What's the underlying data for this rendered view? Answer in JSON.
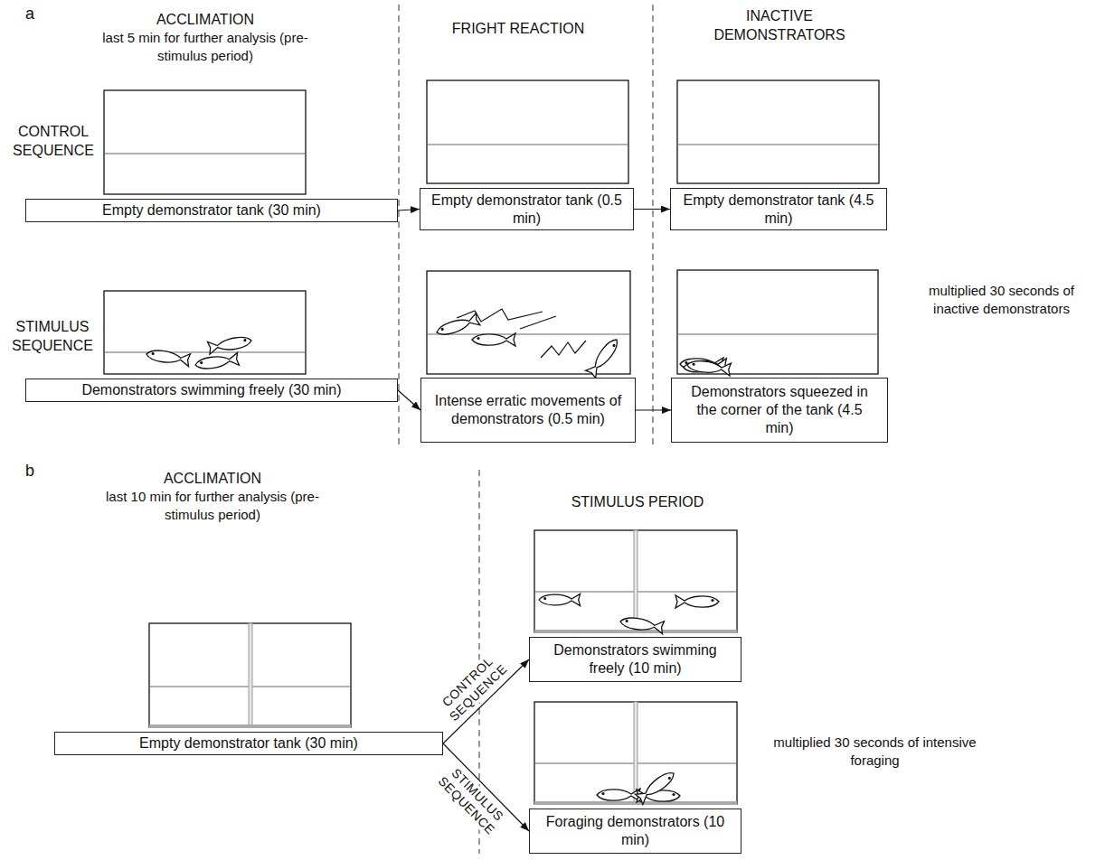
{
  "diagram": {
    "nodes": [
      {
        "text": [
          "Empty demonstrator tank (30 min)"
        ]
      },
      {
        "text": [
          "Empty demonstrator tank (0.5 min)"
        ]
      },
      {
        "text": [
          "Empty demonstrator tank (4.5 min)"
        ]
      },
      {
        "text": [
          "Demonstrators swimming freely (30 min)"
        ]
      },
      {
        "text": [
          "Intense erratic movements of demonstrators (0.5 min)"
        ]
      },
      {
        "text": [
          "Demonstrators squeezed in the corner of the tank (4.5 min)"
        ]
      },
      {
        "text": [
          "Empty demonstrator tank (30 min)"
        ]
      },
      {
        "text": [
          "Demonstrators swimming freely (10 min)"
        ]
      },
      {
        "text": [
          "Foraging demonstrators (10 min)"
        ]
      }
    ],
    "edges": [
      {
        "from": 0,
        "to": 1,
        "arrow": "to"
      },
      {
        "from": 1,
        "to": 2,
        "arrow": "to"
      },
      {
        "from": 3,
        "to": 4,
        "arrow": "to"
      },
      {
        "from": 4,
        "to": 5,
        "arrow": "to"
      },
      {
        "from": 6,
        "to": 7,
        "label": "CONTROL SEQUENCE",
        "arrow": "to"
      },
      {
        "from": 6,
        "to": 8,
        "label": "STIMULUS SEQUENCE",
        "arrow": "to"
      }
    ],
    "labels": [
      "a",
      "ACCLIMATION",
      "last 5 min for further analysis (pre-stimulus period)",
      "FRIGHT REACTION",
      "INACTIVE DEMONSTRATORS",
      "CONTROL SEQUENCE",
      "STIMULUS SEQUENCE",
      "multiplied 30 seconds of inactive demonstrators",
      "b",
      "ACCLIMATION",
      "last 10 min for further analysis (pre-stimulus period)",
      "STIMULUS PERIOD",
      "multiplied 30 seconds of intensive foraging"
    ]
  }
}
